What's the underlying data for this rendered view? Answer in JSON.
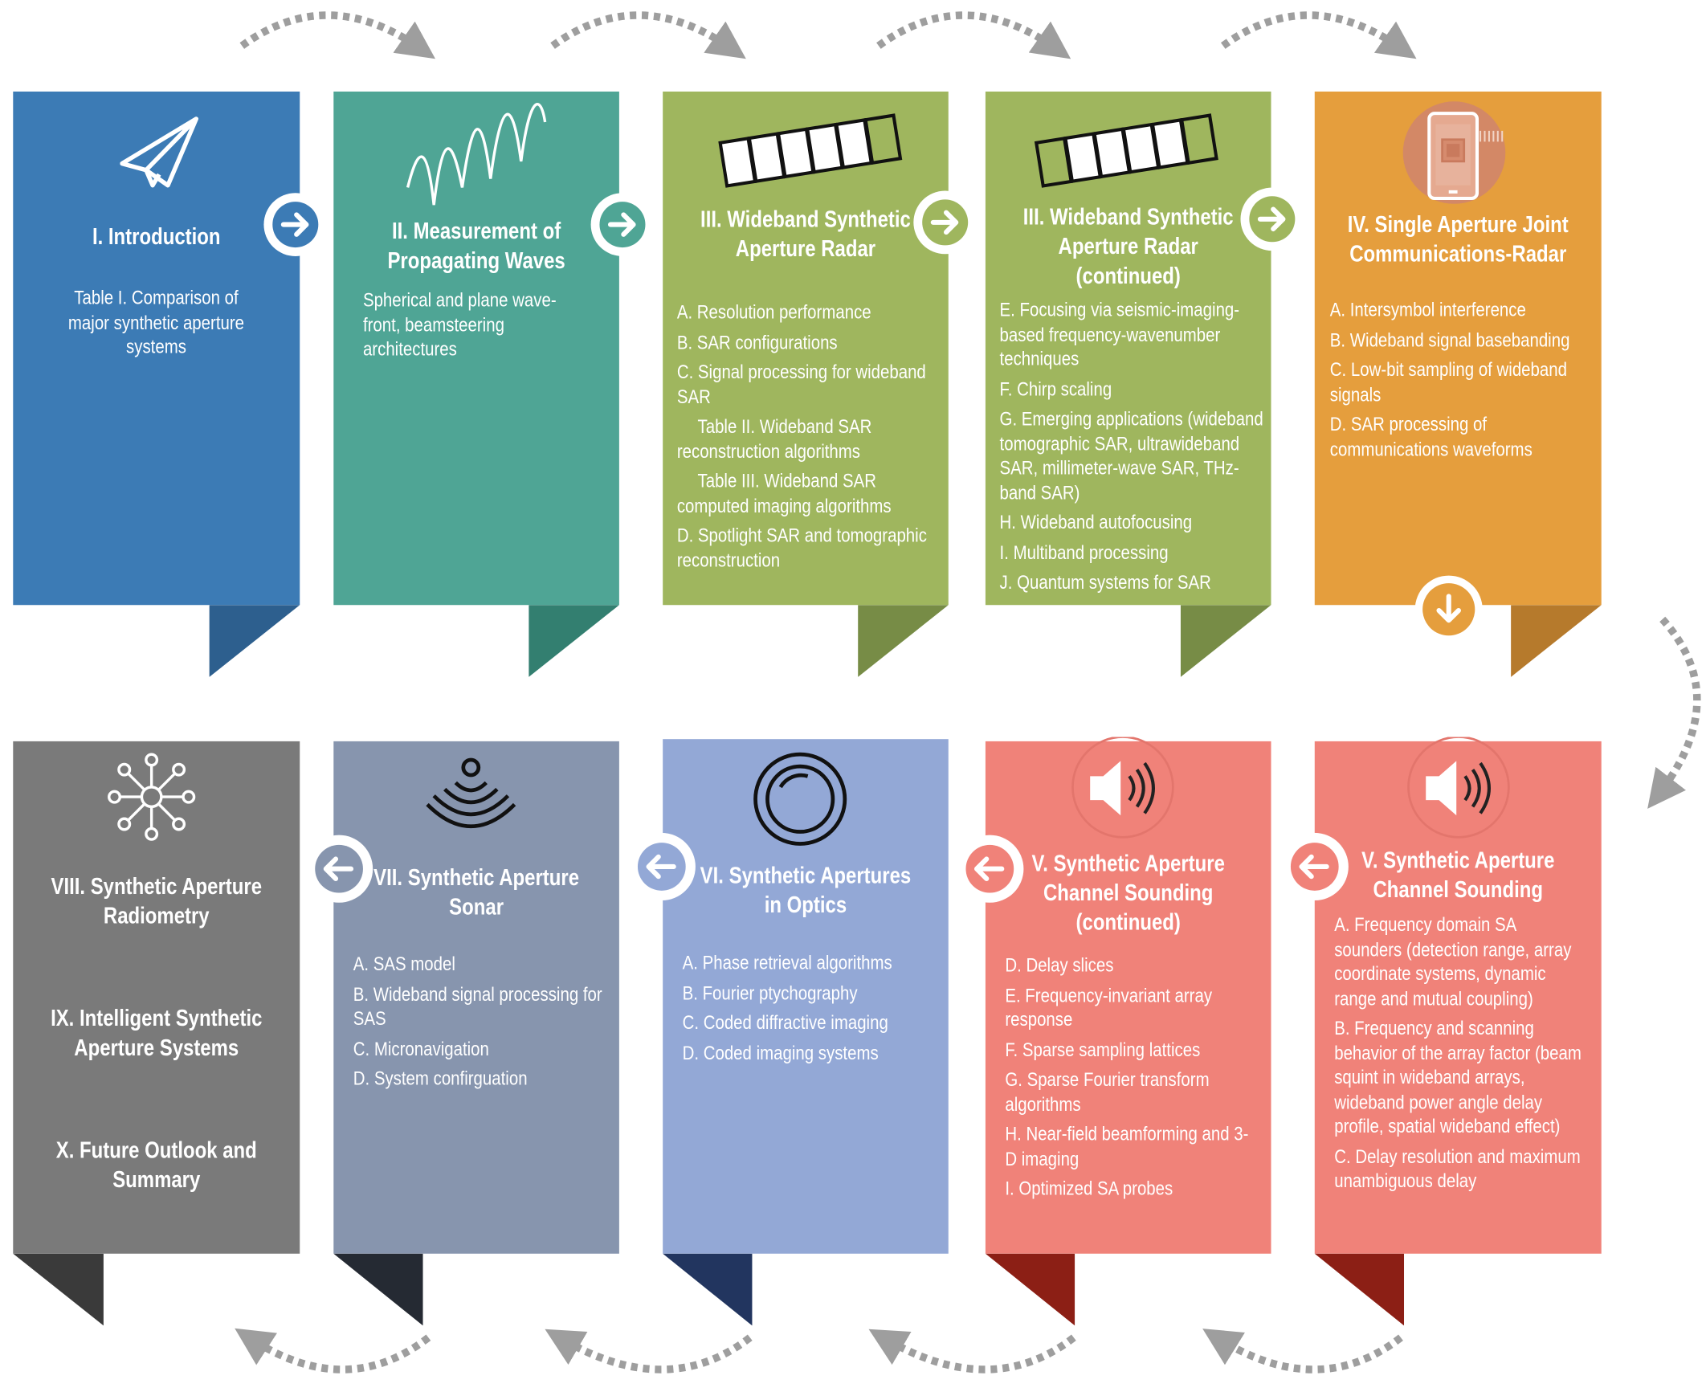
{
  "colors": {
    "blue": "#3C7BB5",
    "blue_dark": "#2D5F8E",
    "teal": "#4FA595",
    "teal_dark": "#337F70",
    "green": "#9FB65E",
    "green_dark": "#778C46",
    "orange": "#E59E3D",
    "orange_dark": "#B67A2C",
    "red": "#F08279",
    "red_dark": "#8C1F15",
    "lightblue": "#93A8D6",
    "navy": "#22355F",
    "slate": "#8795AE",
    "slate_dark": "#252A33",
    "gray": "#7A7A7A",
    "gray_dark": "#3A3A3A",
    "arrow": "#9E9E9E"
  },
  "icons": {
    "c1": "paper-plane-icon",
    "c2": "wave-icon",
    "c3": "film-strip-icon",
    "c4": "film-strip-icon",
    "c5": "phone-chip-icon",
    "c6": "speaker-icon",
    "c7": "speaker-icon",
    "c8": "lens-rings-icon",
    "c9": "sonar-icon",
    "c10": "network-node-icon"
  },
  "cards": {
    "c1": {
      "title": [
        "I. Introduction"
      ],
      "items": [
        "Table I. Comparison of",
        "major synthetic aperture",
        "systems"
      ]
    },
    "c2": {
      "title": [
        "II. Measurement of",
        "Propagating Waves"
      ],
      "items": [
        "Spherical and plane wave-front, beamsteering architectures"
      ]
    },
    "c3": {
      "title": [
        "III. Wideband Synthetic",
        "Aperture Radar"
      ],
      "items": [
        "A. Resolution performance",
        "B. SAR configurations",
        "C. Signal processing for wideband SAR",
        "Table II. Wideband SAR reconstruction algorithms",
        "Table III. Wideband SAR computed imaging algorithms",
        "D. Spotlight SAR and tomographic reconstruction"
      ]
    },
    "c4": {
      "title": [
        "III. Wideband Synthetic",
        "Aperture Radar",
        "(continued)"
      ],
      "items": [
        "E. Focusing via seismic-imaging-based frequency-wavenumber techniques",
        "F. Chirp scaling",
        "G. Emerging applications (wideband tomographic SAR, ultrawideband SAR, millimeter-wave SAR, THz-band SAR)",
        "H. Wideband autofocusing",
        "I. Multiband processing",
        "J. Quantum systems for SAR"
      ]
    },
    "c5": {
      "title": [
        "IV. Single Aperture Joint",
        "Communications-Radar"
      ],
      "items": [
        "A. Intersymbol interference",
        "B. Wideband signal basebanding",
        "C. Low-bit sampling of wideband signals",
        "D. SAR processing of communications waveforms"
      ]
    },
    "c6": {
      "title": [
        "V. Synthetic Aperture",
        "Channel Sounding"
      ],
      "items": [
        "A. Frequency domain SA sounders (detection range, array coordinate systems, dynamic range and mutual coupling)",
        "B. Frequency and scanning behavior of the array factor (beam squint in wideband arrays, wideband power angle delay profile, spatial wideband effect)",
        "C. Delay resolution and maximum unambiguous delay"
      ]
    },
    "c7": {
      "title": [
        "V. Synthetic Aperture",
        "Channel Sounding",
        "(continued)"
      ],
      "items": [
        "D. Delay slices",
        "E. Frequency-invariant array response",
        "F. Sparse sampling lattices",
        "G. Sparse Fourier transform algorithms",
        "H. Near-field beamforming and 3-D imaging",
        "I. Optimized SA probes"
      ]
    },
    "c8": {
      "title": [
        "VI. Synthetic Apertures",
        "in Optics"
      ],
      "items": [
        "A. Phase retrieval algorithms",
        "B. Fourier ptychography",
        "C. Coded diffractive imaging",
        "D. Coded imaging systems"
      ]
    },
    "c9": {
      "title": [
        "VII. Synthetic Aperture",
        "Sonar"
      ],
      "items": [
        "A. SAS model",
        "B. Wideband signal processing for SAS",
        "C. Micronavigation",
        "D. System confirguation"
      ]
    },
    "c10": {
      "sections": [
        [
          "VIII. Synthetic Aperture",
          "Radiometry"
        ],
        [
          "IX. Intelligent Synthetic",
          "Aperture Systems"
        ],
        [
          "X. Future Outlook and",
          "Summary"
        ]
      ]
    }
  }
}
